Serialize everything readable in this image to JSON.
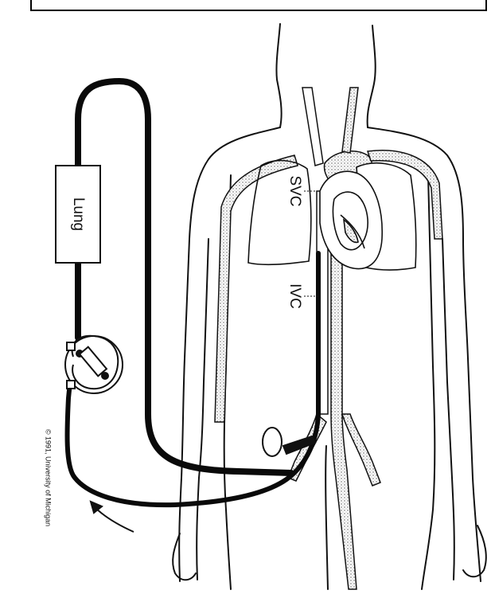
{
  "diagram": {
    "labels": {
      "lung": "Lung",
      "svc": "SVC",
      "ivc": "IVC",
      "copyright": "© 1991, University of Michigan"
    },
    "colors": {
      "line": "#111111",
      "tube": "#0a0a0a",
      "stipple": "#cfcfcf",
      "background": "#ffffff"
    },
    "icons": {
      "pump": "roller-pump-icon",
      "flow_arrow": "flow-direction-arrow-icon"
    }
  }
}
